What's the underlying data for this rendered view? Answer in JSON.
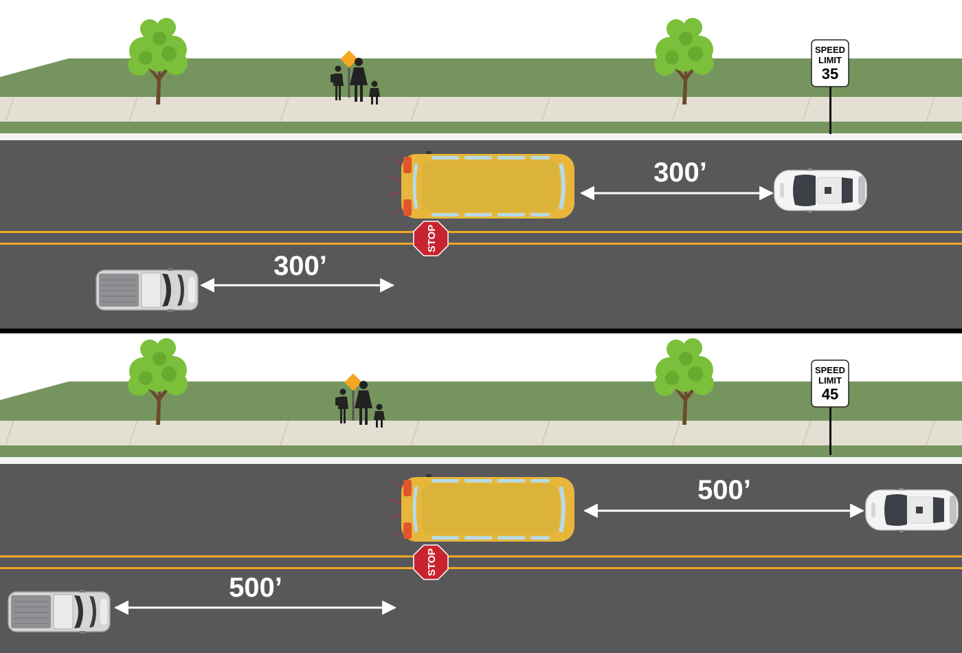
{
  "scenarios": [
    {
      "speed_sign": {
        "line1": "SPEED",
        "line2": "LIMIT",
        "limit": "35"
      },
      "stop_arm_label": "STOP",
      "oncoming_distance": "300’",
      "following_distance": "300’"
    },
    {
      "speed_sign": {
        "line1": "SPEED",
        "line2": "LIMIT",
        "limit": "45"
      },
      "stop_arm_label": "STOP",
      "oncoming_distance": "500’",
      "following_distance": "500’"
    }
  ],
  "colors": {
    "road": "#58585a",
    "grass": "#76955e",
    "sidewalk": "#e4dfd3",
    "center_line": "#f5a623",
    "bus": "#e7b63a",
    "stop_sign": "#c8242f",
    "bus_stop_sign": "#f5a623",
    "tree_foliage": "#7cbf3b",
    "tree_trunk": "#6b4a2b",
    "arrow": "#ffffff"
  },
  "icons": [
    "tree-icon",
    "pedestrian-family-icon",
    "bus-stop-sign-icon",
    "school-bus-icon",
    "stop-arm-icon",
    "car-icon",
    "pickup-truck-icon",
    "double-arrow-icon"
  ]
}
